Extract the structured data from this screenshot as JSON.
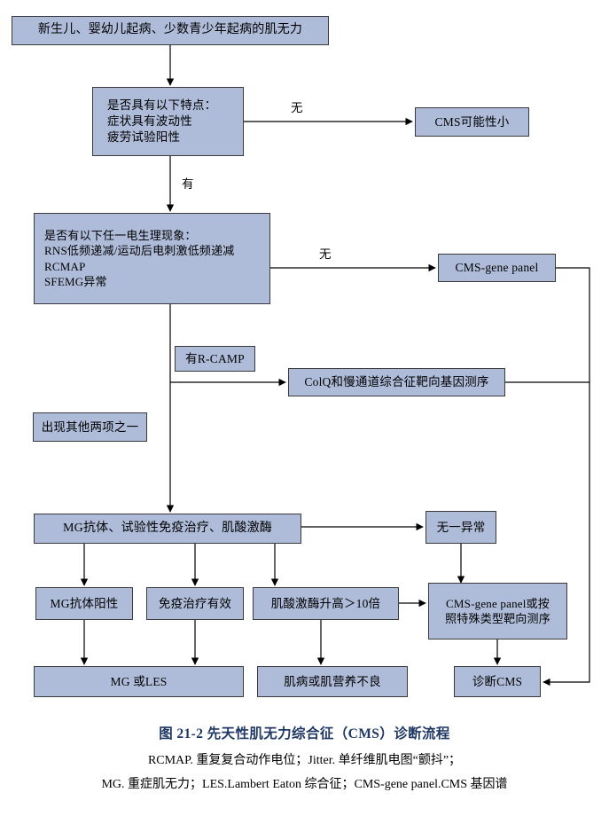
{
  "diagram": {
    "title": "先天性肌无力综合征（CMS）诊断流程",
    "nodes": [
      {
        "id": "onset",
        "label": "新生儿、婴幼儿起病、少数青少年起病的肌无力"
      },
      {
        "id": "features",
        "label": "是否具有以下特点：\n症状具有波动性\n疲劳试验阳性"
      },
      {
        "id": "cms-unlikely",
        "label": "CMS可能性小"
      },
      {
        "id": "electrophys",
        "label": "是否有以下任一电生理现象：\nRNS低频递减/运动后电刺激低频递减\nRCMAP\nSFEMG异常"
      },
      {
        "id": "cms-gene-panel",
        "label": "CMS-gene panel"
      },
      {
        "id": "r-camp",
        "label": "有R-CAMP"
      },
      {
        "id": "colq-seq",
        "label": "ColQ和慢通道综合征靶向基因测序"
      },
      {
        "id": "other-two",
        "label": "出现其他两项之一"
      },
      {
        "id": "mg-workup",
        "label": "MG抗体、试验性免疫治疗、肌酸激酶"
      },
      {
        "id": "none-abnormal",
        "label": "无一异常"
      },
      {
        "id": "mg-ab-positive",
        "label": "MG抗体阳性"
      },
      {
        "id": "immuno-effect",
        "label": "免疫治疗有效"
      },
      {
        "id": "ck-elevated",
        "label": "肌酸激酶升高＞10倍"
      },
      {
        "id": "panel-or-target",
        "label": "CMS-gene panel或按\n照特殊类型靶向测序"
      },
      {
        "id": "mg-or-les",
        "label": "MG 或LES"
      },
      {
        "id": "myopathy",
        "label": "肌病或肌营养不良"
      },
      {
        "id": "diagnose-cms",
        "label": "诊断CMS"
      }
    ],
    "edge_labels": [
      {
        "id": "no-1",
        "label": "无"
      },
      {
        "id": "yes-1",
        "label": "有"
      },
      {
        "id": "no-2",
        "label": "无"
      }
    ]
  },
  "caption": {
    "figure_number": "图 21-2",
    "title": "先天性肌无力综合征（CMS）诊断流程",
    "full_title": "图 21-2   先天性肌无力综合征（CMS）诊断流程",
    "legend_line_1": "RCMAP. 重复复合动作电位；Jitter. 单纤维肌电图“颤抖”；",
    "legend_line_2": "MG. 重症肌无力；LES.Lambert Eaton 综合征；CMS-gene panel.CMS 基因谱"
  },
  "colors": {
    "node_fill": "#aebcd9",
    "node_border": "#3a3a3a",
    "line": "#000000",
    "caption_title": "#1f3864"
  }
}
